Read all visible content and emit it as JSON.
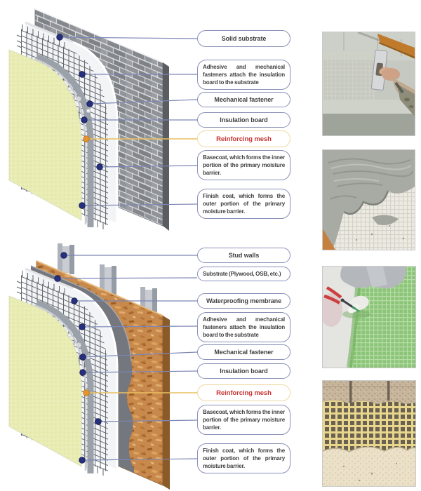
{
  "title": "EIFS wall system diagrams",
  "labels": {
    "top": [
      {
        "text": "Solid substrate",
        "type": "normal"
      },
      {
        "text": "Adhesive and mechanical fasteners attach the insulation board to the substrate",
        "type": "normal"
      },
      {
        "text": "Mechanical fastener",
        "type": "normal"
      },
      {
        "text": "Insulation board",
        "type": "normal"
      },
      {
        "text": "Reinforcing mesh",
        "type": "highlight"
      },
      {
        "text": "Basecoat, which forms the inner portion of the primary moisture barrier.",
        "type": "normal"
      },
      {
        "text": "Finish coat, which forms the outer portion of the primary moisture barrier.",
        "type": "normal"
      }
    ],
    "bottom": [
      {
        "text": "Stud walls",
        "type": "normal"
      },
      {
        "text": "Substrate (Plywood, OSB, etc.)",
        "type": "normal"
      },
      {
        "text": "Waterproofing membrane",
        "type": "normal"
      },
      {
        "text": "Adhesive and mechanical fasteners attach the insulation board to the substrate",
        "type": "normal"
      },
      {
        "text": "Mechanical fastener",
        "type": "normal"
      },
      {
        "text": "Insulation board",
        "type": "normal"
      },
      {
        "text": "Reinforcing mesh",
        "type": "highlight"
      },
      {
        "text": "Basecoat, which forms the inner portion of the primary moisture barrier.",
        "type": "normal"
      },
      {
        "text": "Finish coat, which forms the outer portion of the primary moisture barrier.",
        "type": "normal"
      }
    ]
  },
  "photos": [
    {
      "name": "troweling-basecoat-over-mesh"
    },
    {
      "name": "wet-basecoat-spread-on-mesh"
    },
    {
      "name": "cutting-green-reinforcing-mesh"
    },
    {
      "name": "eifs-layer-cutaway-mesh-and-finish"
    }
  ],
  "colors": {
    "callout_border": "#8a90b8",
    "callout_text": "#3f3f3f",
    "highlight_border": "#efd9a0",
    "highlight_text": "#c83535",
    "leader_line": "#7d86b5",
    "leader_line_highlight": "#eac060",
    "dot": "#27307f",
    "dot_highlight": "#e59430",
    "finish_coat": "#e9edb5",
    "osb": "#c8894d",
    "brick": "#8f9296"
  }
}
